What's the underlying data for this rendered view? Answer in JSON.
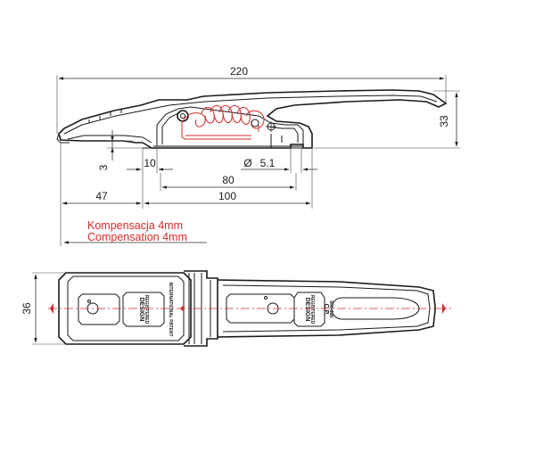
{
  "dimensions": {
    "overall_length": "220",
    "height": "33",
    "offset_3": "3",
    "offset_10": "10",
    "diameter": "5.1",
    "diameter_symbol": "Ø",
    "span_80": "80",
    "span_47": "47",
    "span_100": "100",
    "width_36": "36"
  },
  "notes": {
    "polish": "Kompensacja 4mm",
    "english": "Compensation 4mm"
  },
  "markings": {
    "design_left": "DESIGN",
    "design_left_2": "REGISTERED",
    "design_right": "DESIGN",
    "design_right_2": "REGISTERED",
    "load_label": "C.P.",
    "load_value": "600 daN",
    "patent_text": "INTERNATIONAL PATENT"
  },
  "colors": {
    "line": "#1a1a1a",
    "accent": "#d42a2a"
  }
}
